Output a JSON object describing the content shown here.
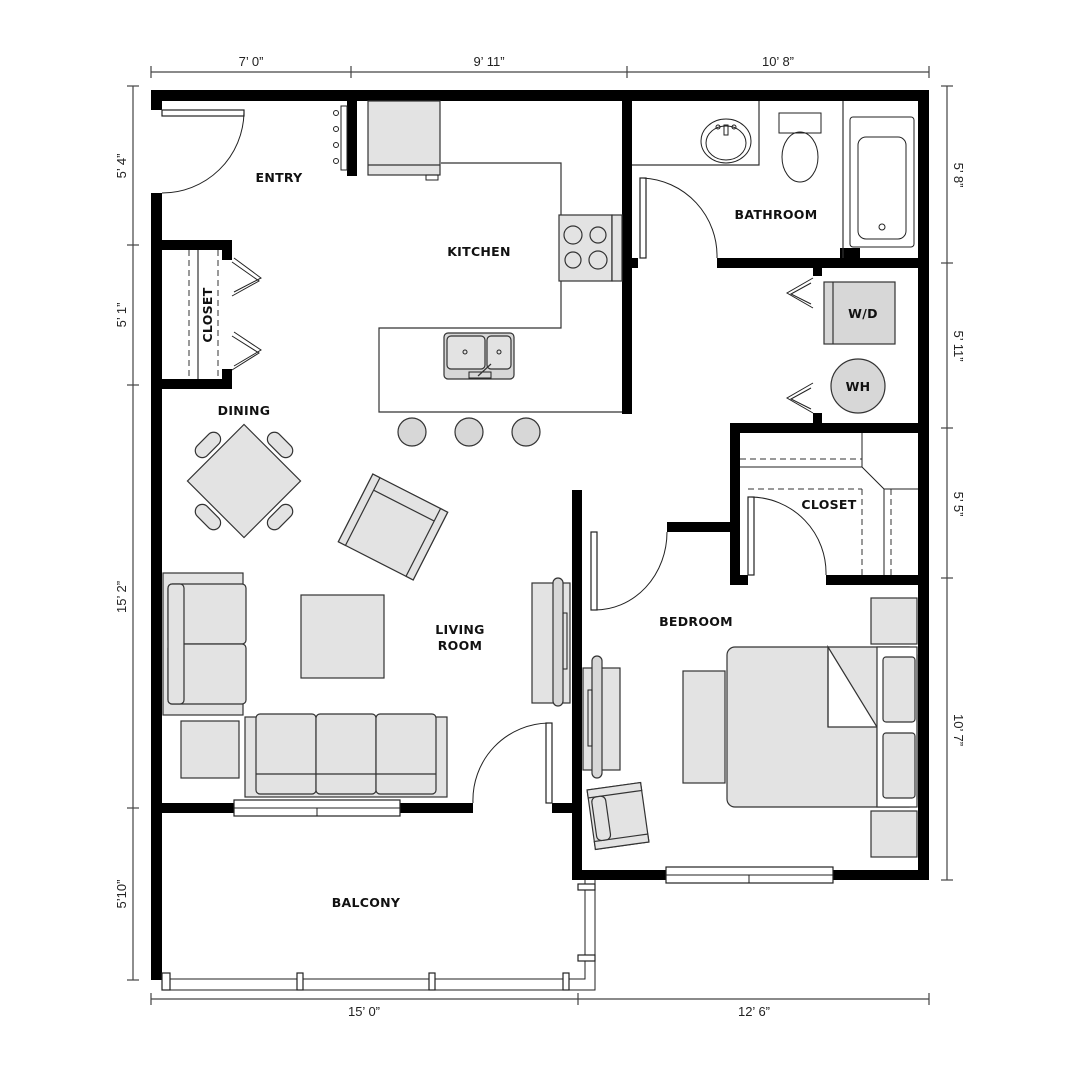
{
  "floorplan": {
    "rooms": {
      "entry": "ENTRY",
      "kitchen": "KITCHEN",
      "closet_left": "CLOSET",
      "dining": "DINING",
      "living_line1": "LIVING",
      "living_line2": "ROOM",
      "bathroom": "BATHROOM",
      "washer_dryer": "W/D",
      "water_heater": "WH",
      "closet_right": "CLOSET",
      "bedroom": "BEDROOM",
      "balcony": "BALCONY"
    },
    "dimensions": {
      "top": [
        "7’ 0”",
        "9’ 11”",
        "10’ 8”"
      ],
      "left": [
        "5’ 4”",
        "5’ 1”",
        "15’ 2”",
        "5’10”"
      ],
      "right": [
        "5’ 8”",
        "5’ 11”",
        "5’ 5”",
        "10’ 7”"
      ],
      "bottom": [
        "15’ 0”",
        "12’ 6”"
      ]
    },
    "colors": {
      "wall": "#000000",
      "furniture": "#e3e3e3",
      "background": "#ffffff"
    }
  }
}
